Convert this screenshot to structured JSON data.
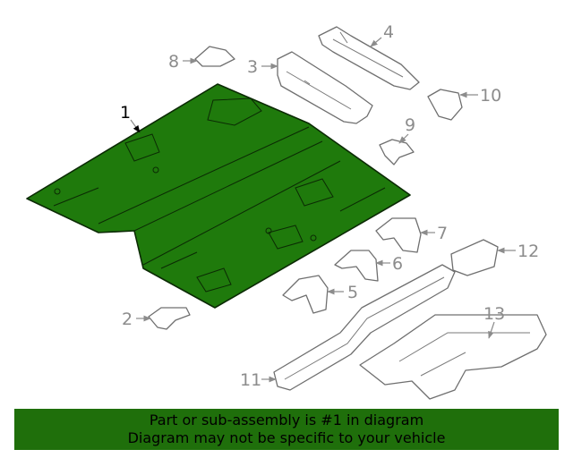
{
  "diagram": {
    "callouts": [
      "1",
      "2",
      "3",
      "4",
      "5",
      "6",
      "7",
      "8",
      "9",
      "10",
      "11",
      "12",
      "13"
    ],
    "highlight_color": "#1f7a0c",
    "highlighted_part": "1"
  },
  "banner": {
    "line1": "Part or sub-assembly is #1 in diagram",
    "line2": "Diagram may not be specific to your vehicle",
    "background": "#1f6f0b"
  }
}
